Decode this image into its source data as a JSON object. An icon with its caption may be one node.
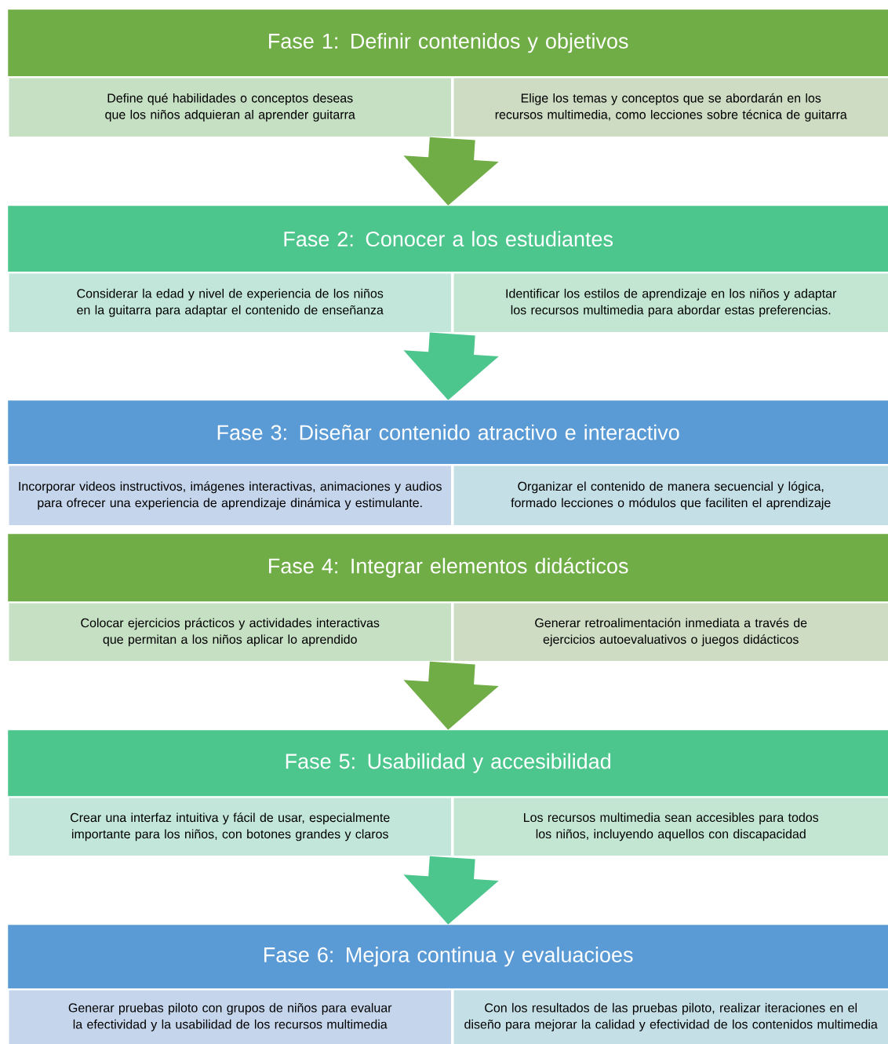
{
  "diagram": {
    "nodes": [
      {
        "text": [
          "Fase 1: Definir contenidos y objetivos"
        ]
      },
      {
        "text": [
          "Define qué habilidades o conceptos deseas que los niños adquieran al aprender guitarra"
        ]
      },
      {
        "text": [
          "Elige los temas y conceptos que se abordarán en los recursos multimedia, como lecciones sobre técnica de guitarra"
        ]
      },
      {
        "text": [
          "Fase 2: Conocer a los estudiantes"
        ]
      },
      {
        "text": [
          "Considerar la edad y nivel de experiencia de los niños en la guitarra para adaptar el contenido de enseñanza"
        ]
      },
      {
        "text": [
          "Identificar los estilos de aprendizaje en los niños y adaptar los recursos multimedia para abordar estas preferencias."
        ]
      },
      {
        "text": [
          "Fase 3: Diseñar contenido atractivo e interactivo"
        ]
      },
      {
        "text": [
          "Incorporar videos instructivos, imágenes interactivas, animaciones y audios para ofrecer una experiencia de aprendizaje dinámica y estimulante."
        ]
      },
      {
        "text": [
          "Organizar el contenido de manera secuencial y lógica, formado lecciones o módulos que faciliten el aprendizaje"
        ]
      },
      {
        "text": [
          "Fase 4: Integrar elementos didácticos"
        ]
      },
      {
        "text": [
          "Colocar ejercicios prácticos y actividades interactivas que permitan a los niños aplicar lo aprendido"
        ]
      },
      {
        "text": [
          "Generar retroalimentación inmediata a través de ejercicios autoevaluativos o juegos didácticos"
        ]
      },
      {
        "text": [
          "Fase 5: Usabilidad y accesibilidad"
        ]
      },
      {
        "text": [
          "Crear una interfaz intuitiva y fácil de usar, especialmente importante para los niños, con botones grandes y claros"
        ]
      },
      {
        "text": [
          "Los recursos multimedia sean accesibles para todos los niños, incluyendo aquellos con discapacidad"
        ]
      },
      {
        "text": [
          "Fase 6: Mejora continua y evaluacioes"
        ]
      },
      {
        "text": [
          "Generar pruebas piloto con grupos de niños para evaluar la efectividad y la usabilidad de los recursos multimedia"
        ]
      },
      {
        "text": [
          "Con los resultados de las pruebas piloto, realizar iteraciones en el diseño para mejorar la calidad y efectividad de los contenidos multimedia"
        ]
      }
    ],
    "edges": [
      {
        "from": 1,
        "to": 3,
        "arrow": "to",
        "color": "#70ad47"
      },
      {
        "from": 2,
        "to": 3,
        "arrow": "to",
        "color": "#70ad47"
      },
      {
        "from": 4,
        "to": 6,
        "arrow": "to",
        "color": "#4dc68e"
      },
      {
        "from": 5,
        "to": 6,
        "arrow": "to",
        "color": "#4dc68e"
      },
      {
        "from": 10,
        "to": 12,
        "arrow": "to",
        "color": "#70ad47"
      },
      {
        "from": 11,
        "to": 12,
        "arrow": "to",
        "color": "#70ad47"
      },
      {
        "from": 13,
        "to": 15,
        "arrow": "to",
        "color": "#4dc68e"
      },
      {
        "from": 14,
        "to": 15,
        "arrow": "to",
        "color": "#4dc68e"
      }
    ]
  }
}
